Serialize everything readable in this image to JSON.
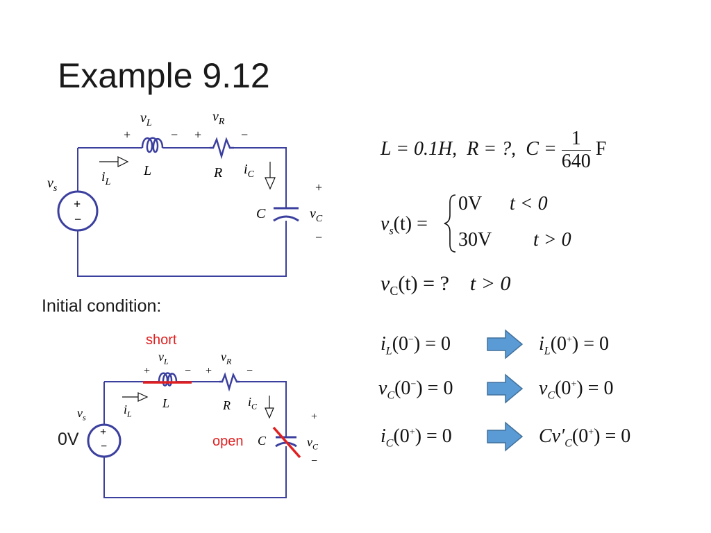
{
  "slide": {
    "title": "Example 9.12",
    "initial_condition_label": "Initial condition:",
    "short_label": "short",
    "open_label": "open",
    "source_value_label": "0V"
  },
  "circuit_labels": {
    "vL": "v",
    "vL_sub": "L",
    "vR": "v",
    "vR_sub": "R",
    "vs": "v",
    "vs_sub": "s",
    "iL": "i",
    "iL_sub": "L",
    "iC": "i",
    "iC_sub": "C",
    "vC": "v",
    "vC_sub": "C",
    "L": "L",
    "R": "R",
    "C": "C",
    "plus": "+",
    "minus": "−"
  },
  "equations": {
    "params": {
      "L": "L = 0.1H,",
      "R": "R = ?,",
      "C_lhs": "C =",
      "C_num": "1",
      "C_den": "640",
      "C_unit": "F"
    },
    "vs": {
      "lhs": "v",
      "lhs_sub": "s",
      "lhs_arg": "(t) =",
      "case1_val": "0V",
      "case1_cond": "t < 0",
      "case2_val": "30V",
      "case2_cond": "t > 0"
    },
    "vc_question": {
      "lhs": "v",
      "lhs_sub": "C",
      "arg": "(t) = ?",
      "cond": "t > 0"
    },
    "ic_rows": [
      {
        "left": "i",
        "left_sub": "L",
        "left_arg": "(0",
        "left_sup": "−",
        "left_tail": ") = 0",
        "right": "i",
        "right_sub": "L",
        "right_arg": "(0",
        "right_sup": "+",
        "right_tail": ") = 0"
      },
      {
        "left": "v",
        "left_sub": "C",
        "left_arg": "(0",
        "left_sup": "−",
        "left_tail": ") = 0",
        "right": "v",
        "right_sub": "C",
        "right_arg": "(0",
        "right_sup": "+",
        "right_tail": ") = 0"
      },
      {
        "left": "i",
        "left_sub": "C",
        "left_arg": "(0",
        "left_sup": "+",
        "left_tail": ") = 0",
        "right": "Cv′",
        "right_sub": "C",
        "right_arg": "(0",
        "right_sup": "+",
        "right_tail": ") = 0"
      }
    ]
  },
  "colors": {
    "wire": "#3b3f9e",
    "red_marker": "#e02020",
    "arrow_fill": "#5b9bd5",
    "arrow_stroke": "#41719c"
  }
}
